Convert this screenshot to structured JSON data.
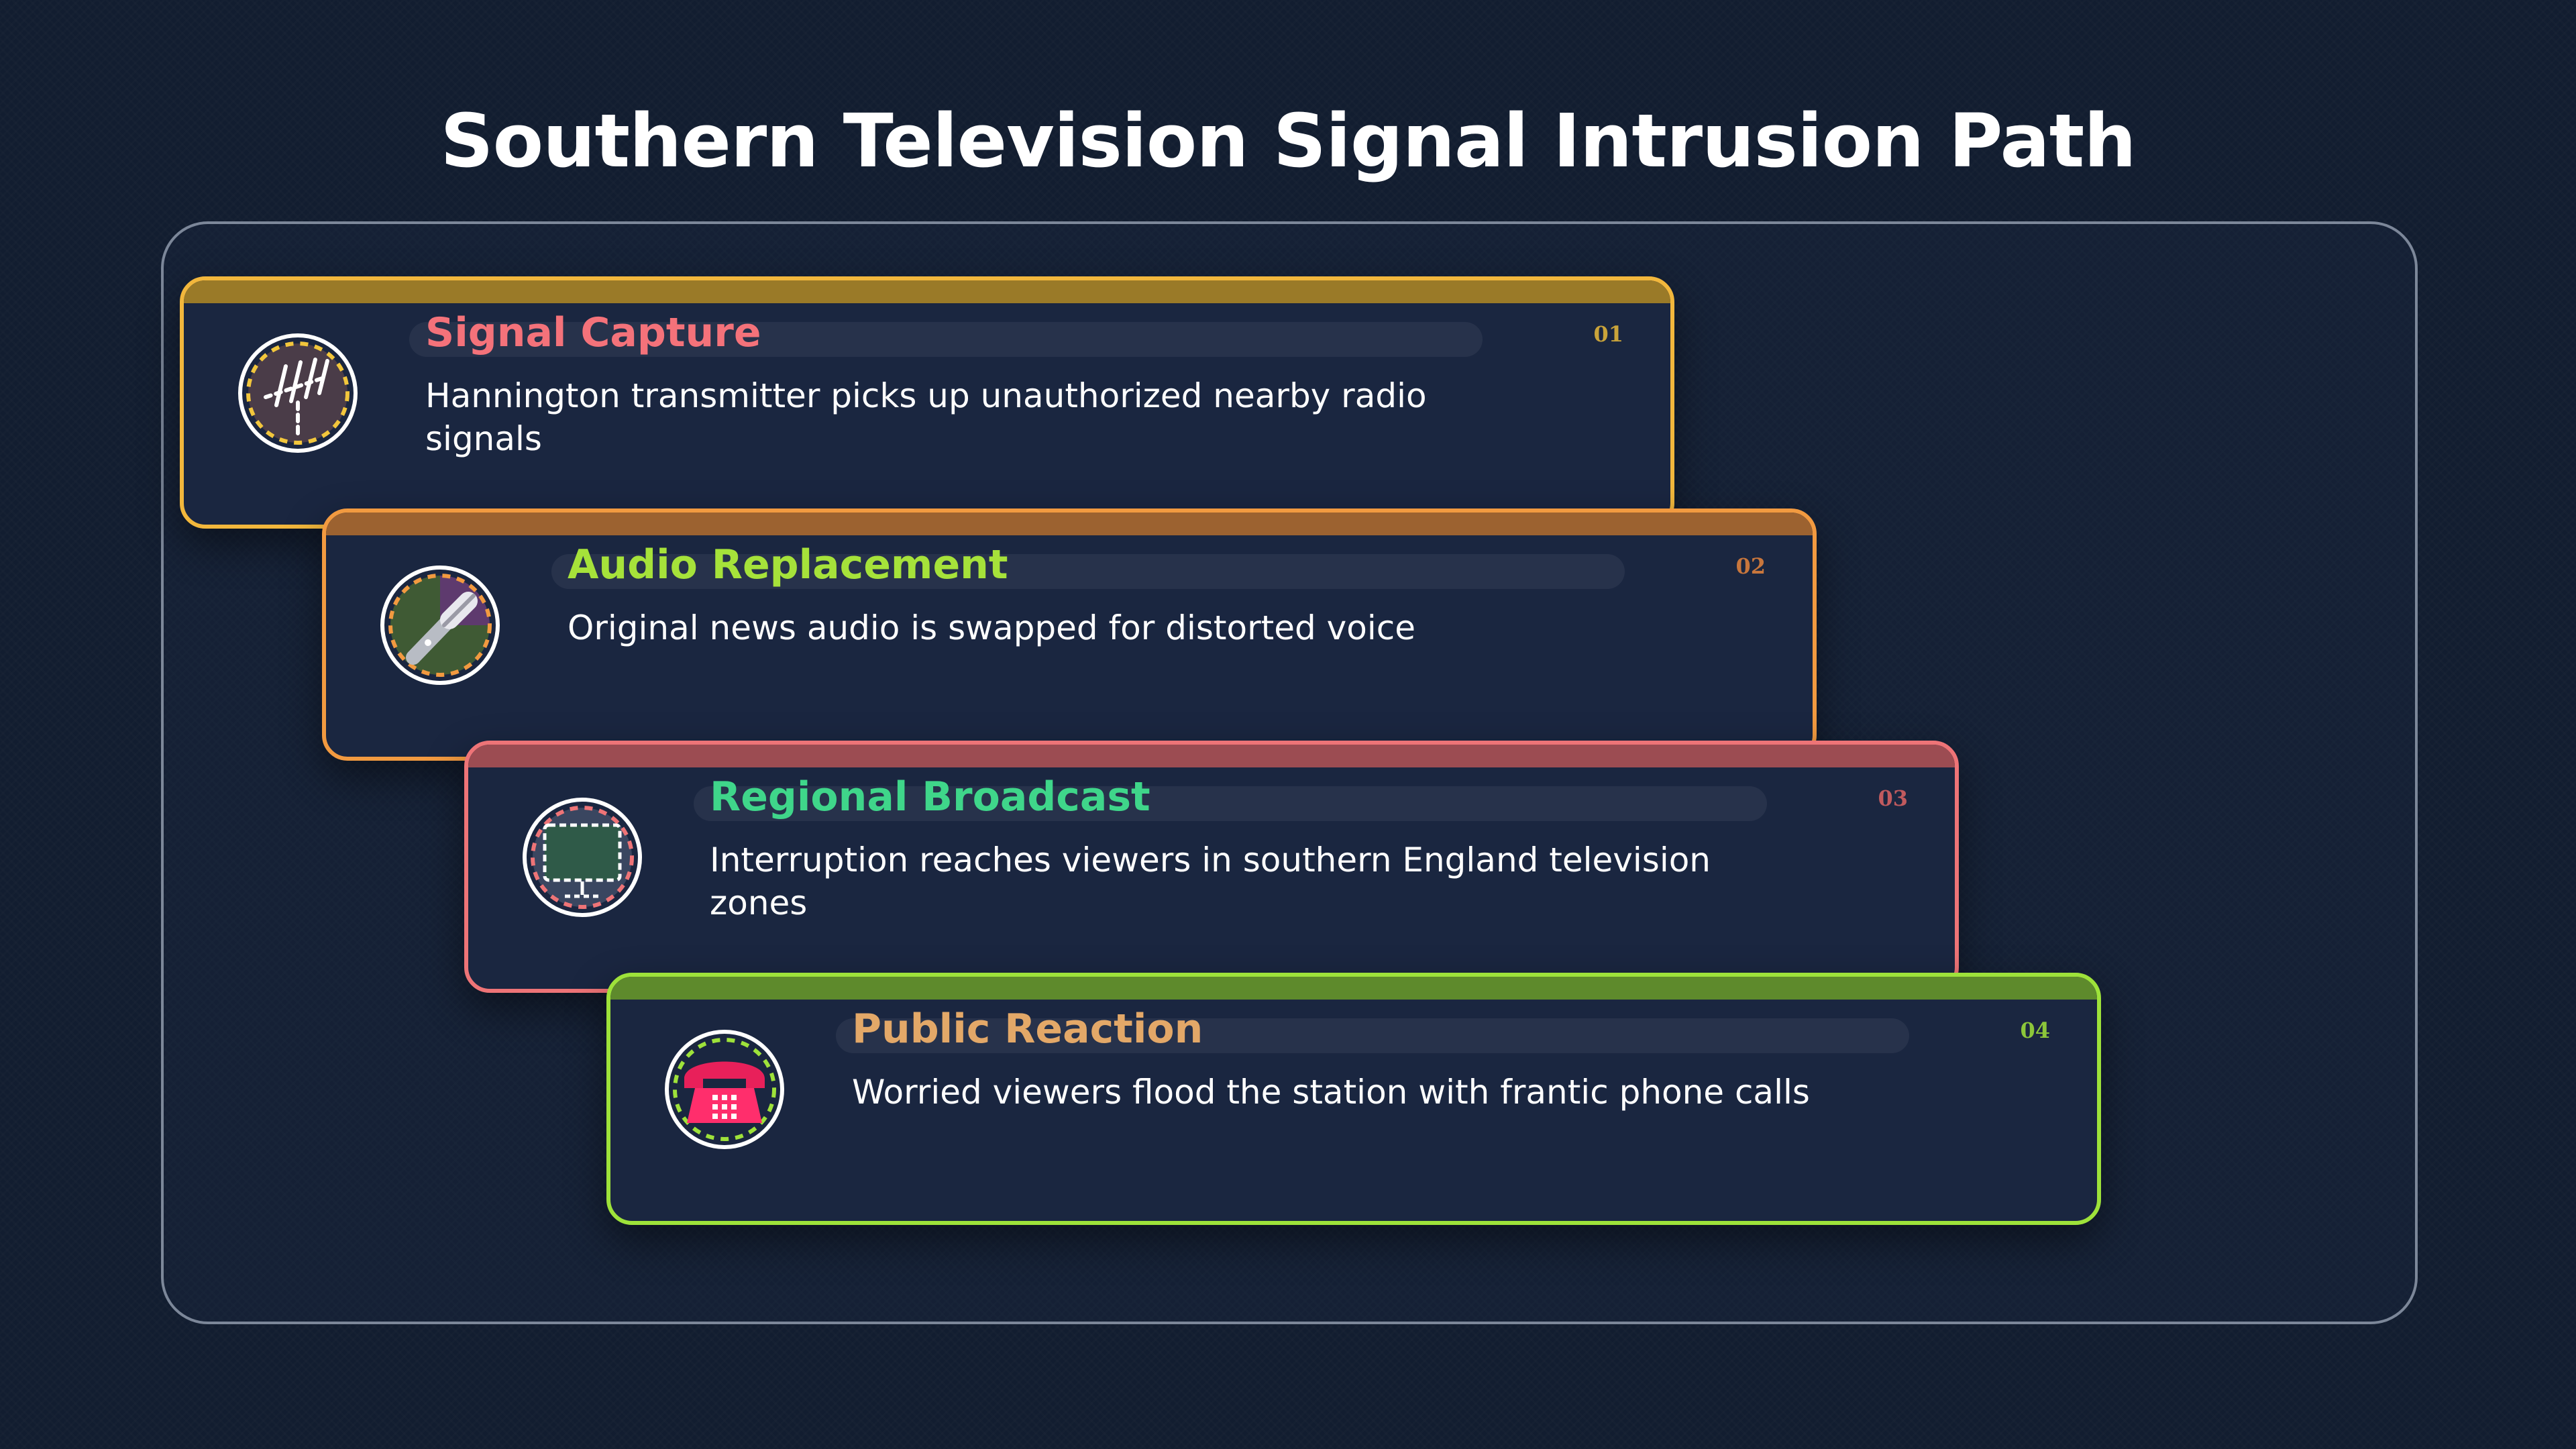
{
  "page": {
    "title": "Southern Television Signal Intrusion Path"
  },
  "steps": [
    {
      "number": "01",
      "title": "Signal Capture",
      "description": "Hannington transmitter picks up unauthorized nearby radio signals",
      "icon": "antenna-icon",
      "border_color": "#f2b73c",
      "band_color": "#9a7a28",
      "title_color": "#f4727a",
      "number_color": "#c9a33a"
    },
    {
      "number": "02",
      "title": "Audio Replacement",
      "description": "Original news audio is swapped for distorted voice",
      "icon": "microphone-icon",
      "border_color": "#f29a40",
      "band_color": "#9c6230",
      "title_color": "#a6e23a",
      "number_color": "#c8763c"
    },
    {
      "number": "03",
      "title": "Regional Broadcast",
      "description": "Interruption reaches viewers in southern England television zones",
      "icon": "television-icon",
      "border_color": "#ee7477",
      "band_color": "#9c4c52",
      "title_color": "#3fd68a",
      "number_color": "#c05a5e"
    },
    {
      "number": "04",
      "title": "Public Reaction",
      "description": "Worried viewers flood the station with frantic phone calls",
      "icon": "telephone-icon",
      "border_color": "#9ee23a",
      "band_color": "#5e8a2c",
      "title_color": "#e3a868",
      "number_color": "#8cc63a"
    }
  ]
}
